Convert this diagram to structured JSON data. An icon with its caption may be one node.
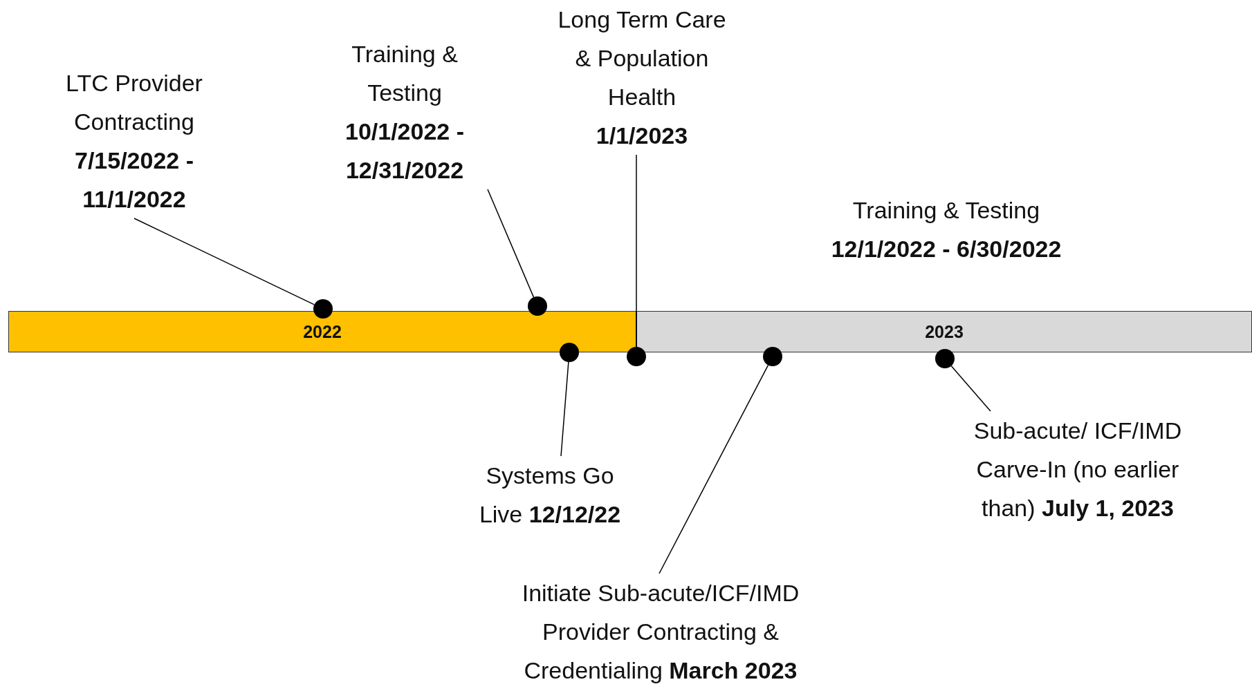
{
  "diagram": {
    "nodes": [
      {
        "text": [
          "LTC Provider Contracting",
          "7/15/2022 - 11/1/2022"
        ]
      },
      {
        "text": [
          "Training & Testing",
          "10/1/2022 - 12/31/2022"
        ]
      },
      {
        "text": [
          "Long Term Care & Population Health",
          "1/1/2023"
        ]
      },
      {
        "text": [
          "Training & Testing",
          "12/1/2022 - 6/30/2022"
        ]
      },
      {
        "text": [
          "Systems Go Live **12/12/22**"
        ]
      },
      {
        "text": [
          "Initiate Sub-acute/ICF/IMD Provider Contracting & Credentialing **March 2023**"
        ]
      },
      {
        "text": [
          "Sub-acute/ ICF/IMD Carve-In (no earlier than) **July 1, 2023**"
        ]
      },
      {
        "text": [
          "2022"
        ]
      },
      {
        "text": [
          "2023"
        ]
      },
      {
        "text": [],
        "shape": "circle"
      },
      {
        "text": [],
        "shape": "circle"
      },
      {
        "text": [],
        "shape": "circle"
      },
      {
        "text": [],
        "shape": "circle"
      },
      {
        "text": [],
        "shape": "circle"
      },
      {
        "text": [],
        "shape": "circle"
      }
    ],
    "edges": [
      {
        "from": 0,
        "to": 9,
        "arrow": "none"
      },
      {
        "from": 1,
        "to": 10,
        "arrow": "none"
      },
      {
        "from": 4,
        "to": 11,
        "arrow": "none"
      },
      {
        "from": 2,
        "to": 12,
        "arrow": "none"
      },
      {
        "from": 5,
        "to": 13,
        "arrow": "none"
      },
      {
        "from": 6,
        "to": 14,
        "arrow": "none"
      }
    ]
  }
}
